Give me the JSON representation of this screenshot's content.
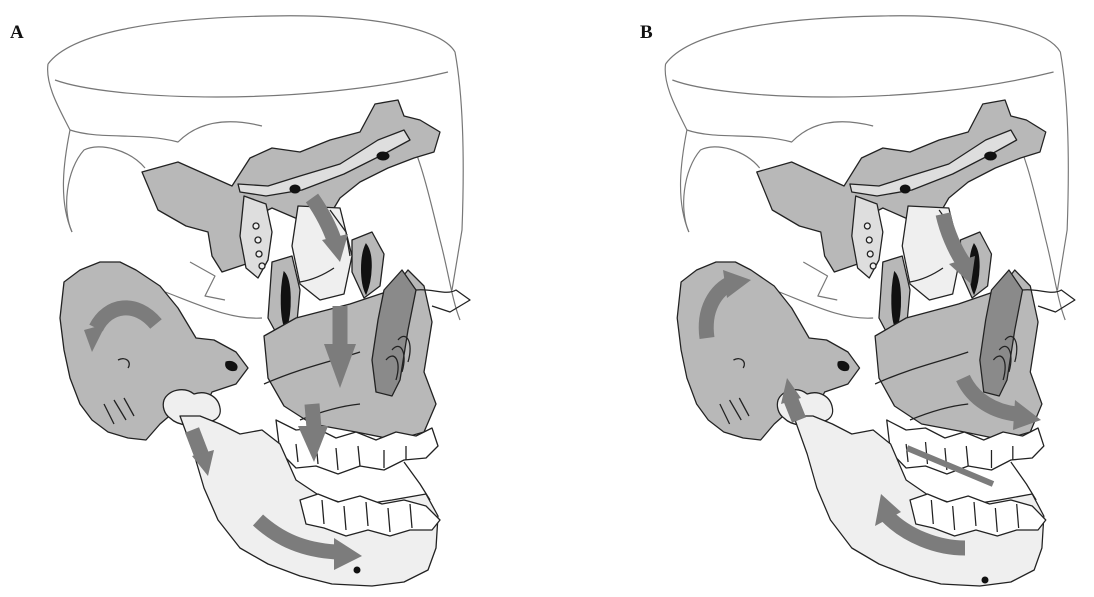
{
  "figure": {
    "panels": [
      {
        "id": "A",
        "label": "A"
      },
      {
        "id": "B",
        "label": "B"
      }
    ],
    "colors": {
      "arrow": "#7c7c7c",
      "bone_mid": "#b8b8b8",
      "bone_light": "#dedede",
      "bone_pale": "#efefef",
      "outline": "#777777",
      "ink": "#222222"
    }
  }
}
